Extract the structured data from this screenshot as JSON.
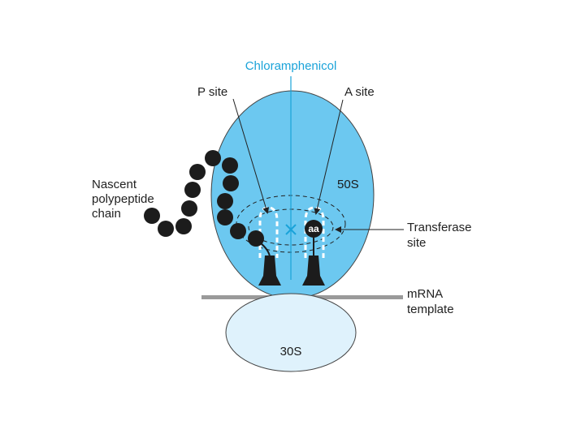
{
  "diagram": {
    "labels": {
      "chloramphenicol": "Chloramphenicol",
      "p_site": "P site",
      "a_site": "A site",
      "nascent_line1": "Nascent",
      "nascent_line2": "polypeptide",
      "nascent_line3": "chain",
      "subunit_50s": "50S",
      "transferase_line1": "Transferase",
      "transferase_line2": "site",
      "mrna_line1": "mRNA",
      "mrna_line2": "template",
      "subunit_30s": "30S",
      "amino_acid": "aa"
    },
    "colors": {
      "large_subunit": "#6cc8f0",
      "small_subunit": "#dff2fc",
      "chloramphenicol": "#1aa3d9",
      "chain_bead": "#1c1c1c",
      "mrna": "#9a9a9a",
      "outline": "#444444"
    }
  }
}
